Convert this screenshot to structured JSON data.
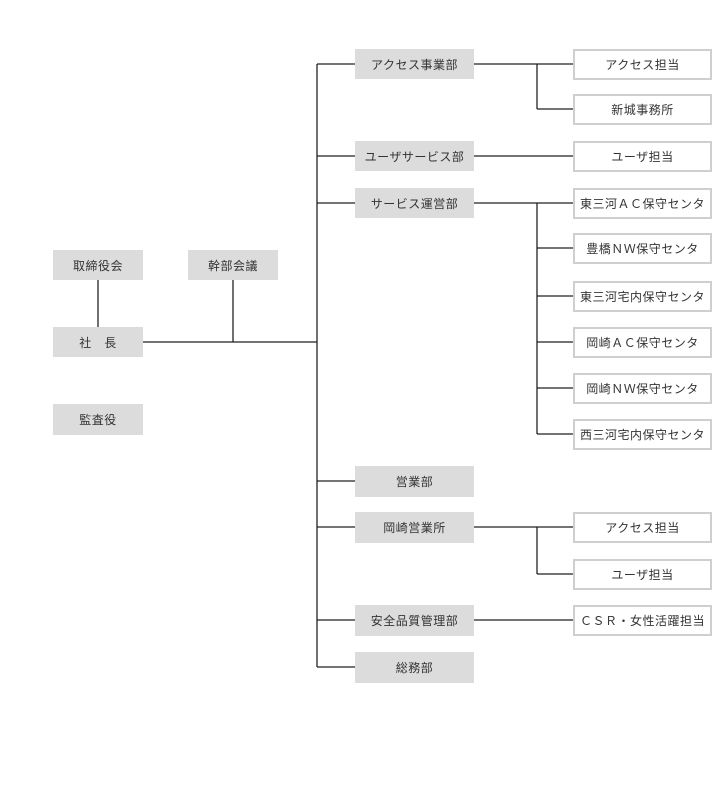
{
  "executive": {
    "board": "取締役会",
    "president": "社　長",
    "auditor": "監査役",
    "council": "幹部会議"
  },
  "departments": {
    "access": {
      "name": "アクセス事業部",
      "units": [
        "アクセス担当",
        "新城事務所"
      ]
    },
    "user_service": {
      "name": "ユーザサービス部",
      "units": [
        "ユーザ担当"
      ]
    },
    "service_ops": {
      "name": "サービス運営部",
      "units": [
        "東三河ＡＣ保守センタ",
        "豊橋ＮＷ保守センタ",
        "東三河宅内保守センタ",
        "岡崎ＡＣ保守センタ",
        "岡崎ＮＷ保守センタ",
        "西三河宅内保守センタ"
      ]
    },
    "sales": {
      "name": "営業部"
    },
    "okazaki_sales": {
      "name": "岡崎営業所",
      "units": [
        "アクセス担当",
        "ユーザ担当"
      ]
    },
    "quality": {
      "name": "安全品質管理部",
      "units": [
        "ＣＳＲ・女性活躍担当"
      ]
    },
    "general_affairs": {
      "name": "総務部"
    }
  }
}
